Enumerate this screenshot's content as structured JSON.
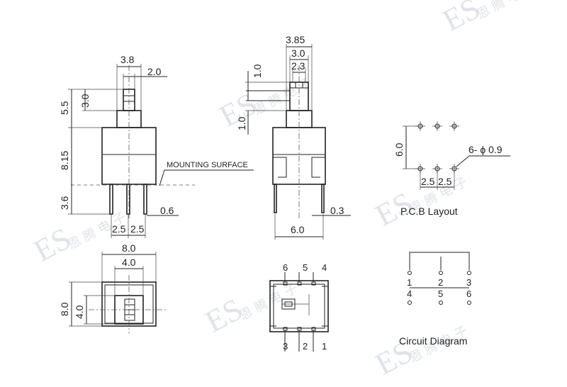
{
  "watermark": {
    "text": "ES",
    "chinese": "恩 腾 电 子"
  },
  "front_view": {
    "dims": {
      "top_width": "3.8",
      "stem_width": "2.0",
      "stem_height": "5.5",
      "stem_step": "3.0",
      "body_height": "8.15",
      "pin_height": "3.6",
      "pin_pitch_1": "2.5",
      "pin_pitch_2": "2.5",
      "pin_thickness": "0.6"
    },
    "mounting_label": "MOUNTING SURFACE"
  },
  "side_view": {
    "dims": {
      "top_width": "3.85",
      "mid_width": "3.0",
      "inner_width": "2.3",
      "step_1": "1.0",
      "step_2": "1.0",
      "body_width": "6.0",
      "pin_thickness": "0.3"
    }
  },
  "pcb_layout": {
    "title": "P.C.B Layout",
    "dims": {
      "row_spacing": "6.0",
      "pitch_1": "2.5",
      "pitch_2": "2.5",
      "hole_label": "6- ϕ 0.9"
    }
  },
  "top_view": {
    "dims": {
      "width": "8.0",
      "inner_width": "4.0",
      "height": "8.0",
      "inner_height": "4.0"
    }
  },
  "bottom_view": {
    "top_pins": [
      "6",
      "5",
      "4"
    ],
    "bottom_pins": [
      "3",
      "2",
      "1"
    ]
  },
  "circuit_diagram": {
    "title": "Circuit Diagram",
    "top_row": [
      "1",
      "2",
      "3"
    ],
    "bottom_row": [
      "4",
      "5",
      "6"
    ]
  }
}
